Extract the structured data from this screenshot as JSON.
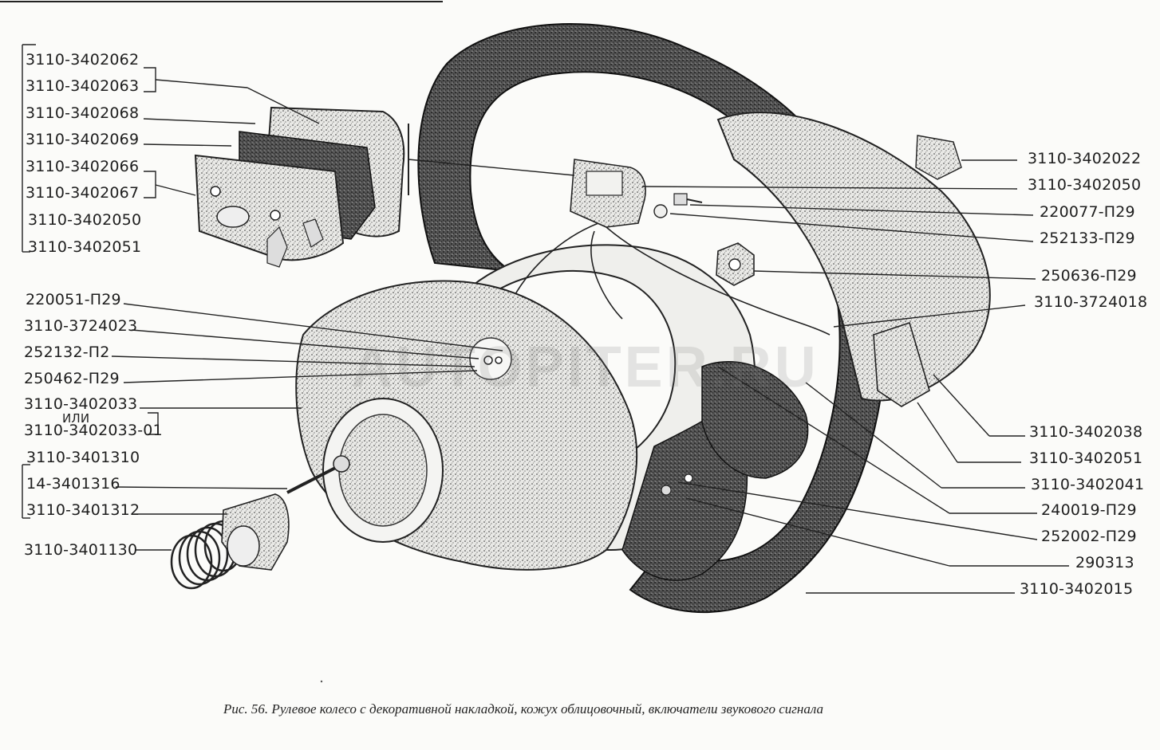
{
  "figure": {
    "caption": "Рис. 56. Рулевое колесо с декоративной накладкой, кожух облицовочный, включатели звукового сигнала",
    "watermark": "AUTOPITER.RU"
  },
  "left_labels": [
    "3110-3402062",
    "3110-3402063",
    "3110-3402068",
    "3110-3402069",
    "3110-3402066",
    "3110-3402067",
    "3110-3402050",
    "3110-3402051",
    "220051-П29",
    "3110-3724023",
    "252132-П2",
    "250462-П29",
    "3110-3402033",
    "ИЛИ",
    "3110-3402033-01",
    "3110-3401310",
    "14-3401316",
    "3110-3401312",
    "3110-3401130"
  ],
  "right_labels": [
    "3110-3402022",
    "3110-3402050",
    "220077-П29",
    "252133-П29",
    "250636-П29",
    "3110-3724018",
    "3110-3402038",
    "3110-3402051",
    "3110-3402041",
    "240019-П29",
    "252002-П29",
    "290313",
    "3110-3402015"
  ]
}
